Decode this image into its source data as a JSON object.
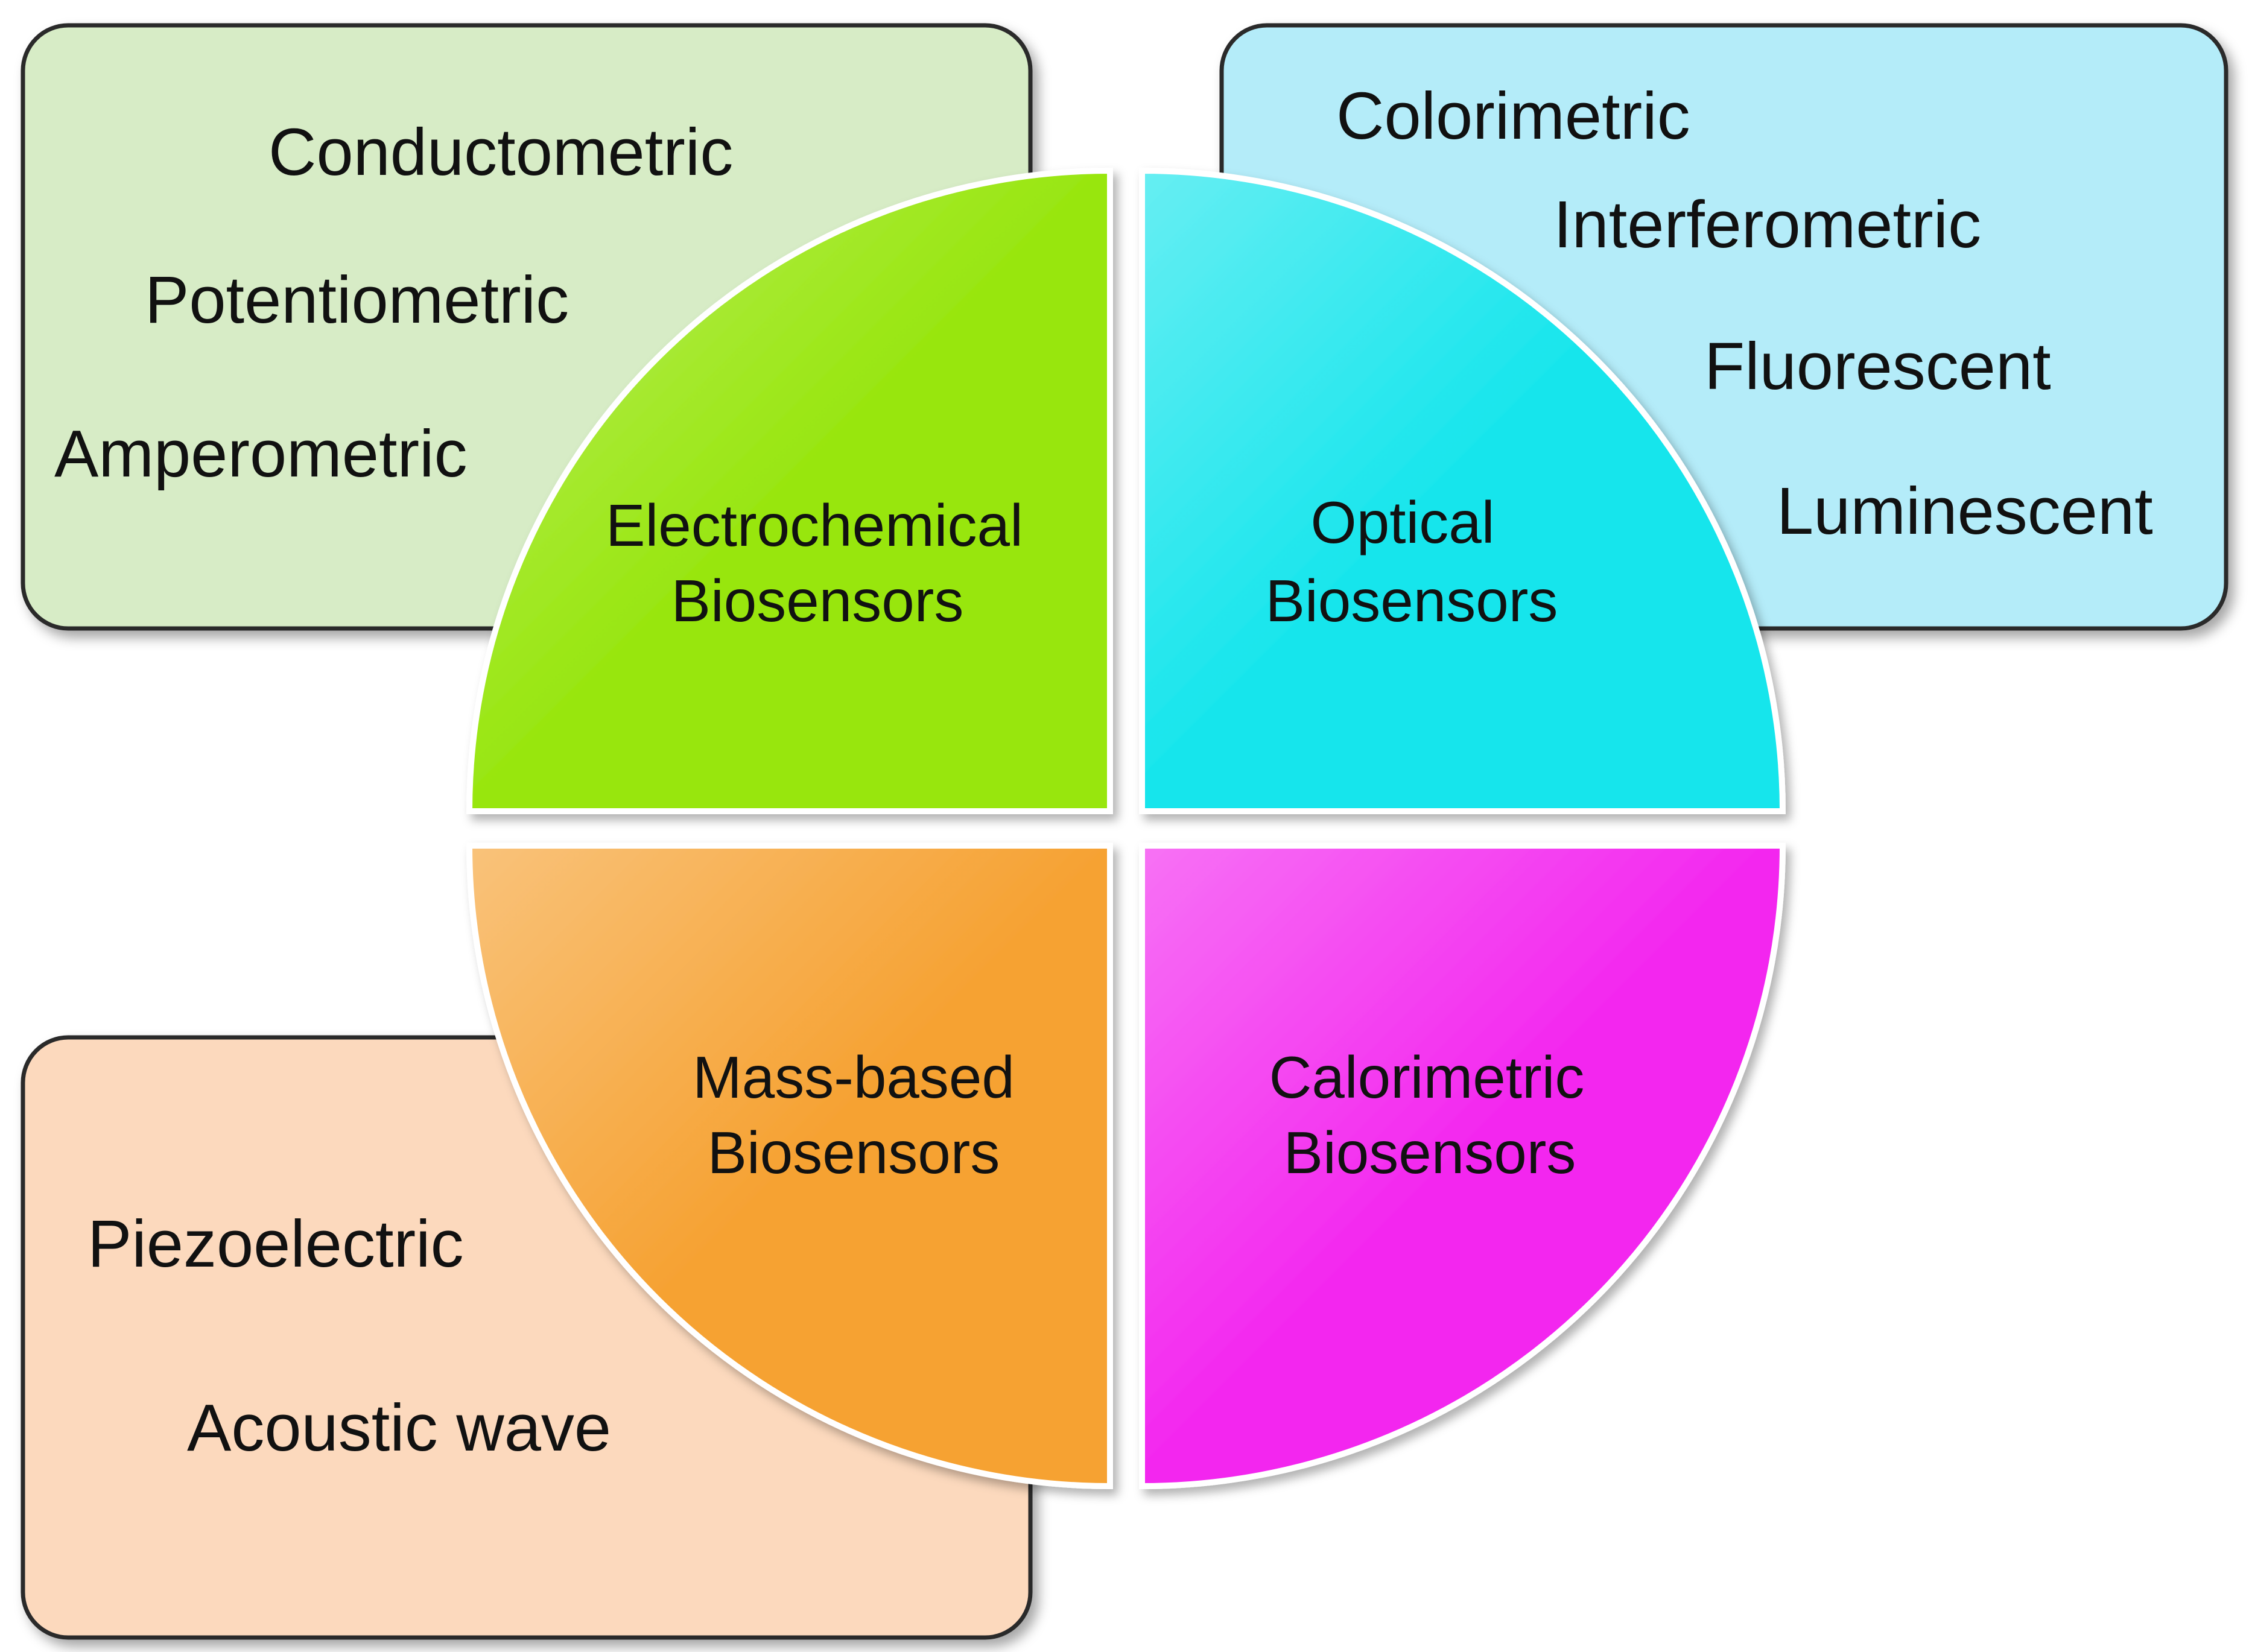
{
  "colors": {
    "electrochemical_box": "#d7ecc6",
    "optical_box": "#b4ecf9",
    "mass_box": "#fcd9bd",
    "electrochemical_quadrant": "#98e60f",
    "optical_quadrant": "#15e5ec",
    "mass_quadrant": "#f6a233",
    "calorimetric_quadrant": "#f326ef",
    "box_border": "#2b2b2b",
    "text": "#111111"
  },
  "categories": {
    "electrochemical": {
      "line1": "Electrochemical",
      "line2": "Biosensors",
      "types": [
        "Conductometric",
        "Potentiometric",
        "Amperometric"
      ]
    },
    "optical": {
      "line1": "Optical",
      "line2": "Biosensors",
      "types": [
        "Colorimetric",
        "Interferometric",
        "Fluorescent",
        "Luminescent"
      ]
    },
    "mass": {
      "line1": "Mass-based",
      "line2": "Biosensors",
      "types": [
        "Piezoelectric",
        "Acoustic wave"
      ]
    },
    "calorimetric": {
      "line1": "Calorimetric",
      "line2": "Biosensors"
    }
  }
}
